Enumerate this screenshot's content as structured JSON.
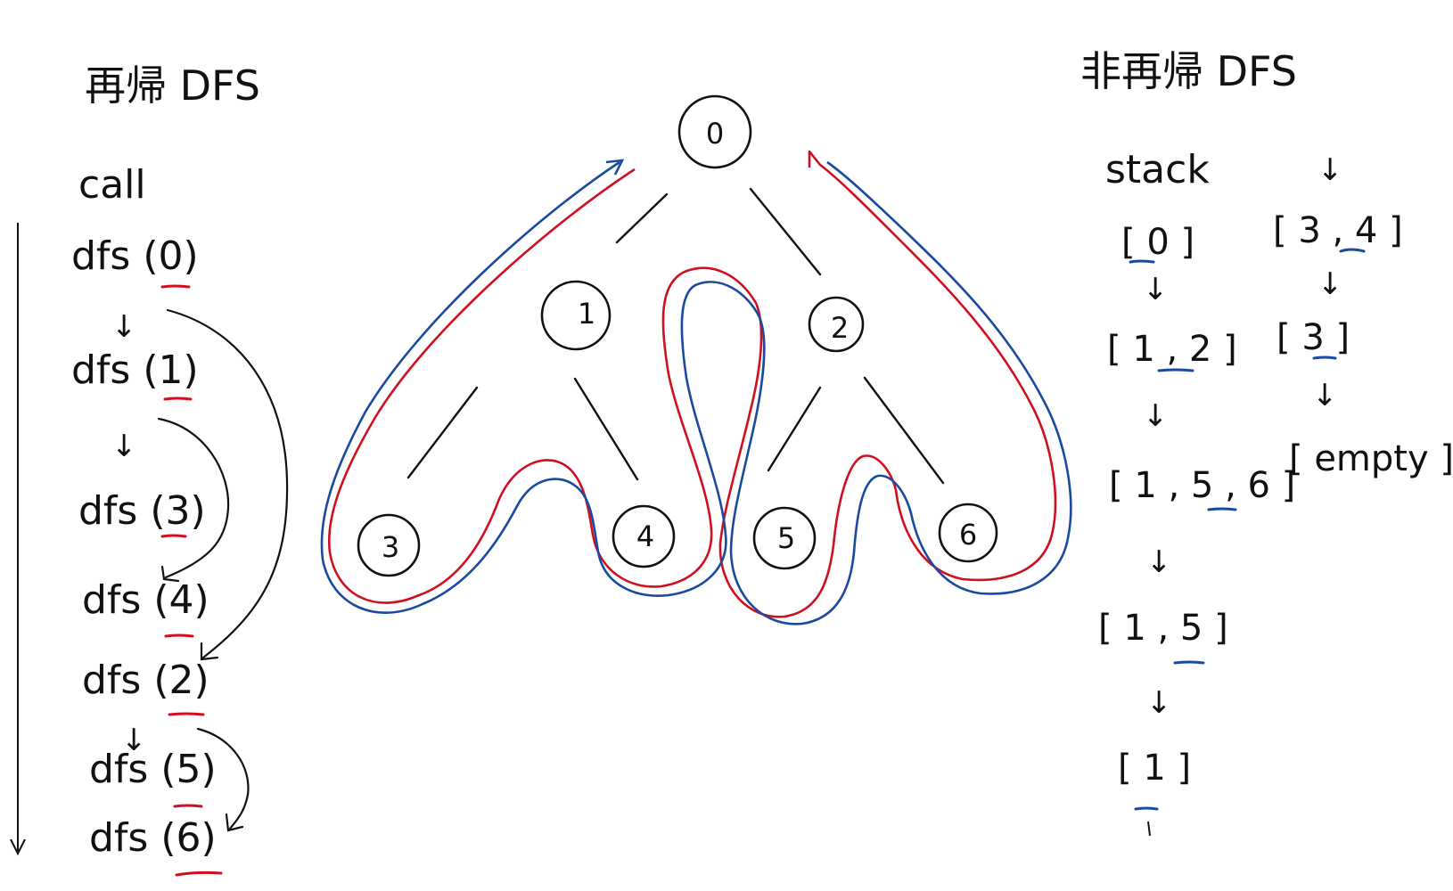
{
  "recursive": {
    "title": "再帰 DFS",
    "call_label": "call",
    "calls": [
      "dfs (0)",
      "dfs (1)",
      "dfs (3)",
      "dfs (4)",
      "dfs (2)",
      "dfs (5)",
      "dfs (6)"
    ]
  },
  "tree": {
    "nodes": [
      "0",
      "1",
      "2",
      "3",
      "4",
      "5",
      "6"
    ]
  },
  "iterative": {
    "title": "非再帰 DFS",
    "stack_label": "stack",
    "stack_states": [
      "[ 0 ]",
      "[ 1 , 2 ]",
      "[ 1 , 5 , 6 ]",
      "[ 1 , 5 ]",
      "[ 1 ]",
      "[ 3 , 4 ]",
      "[ 3 ]",
      "[ empty ]"
    ]
  },
  "colors": {
    "ink": "#111111",
    "red": "#d01020",
    "blue": "#1a4aa0"
  }
}
